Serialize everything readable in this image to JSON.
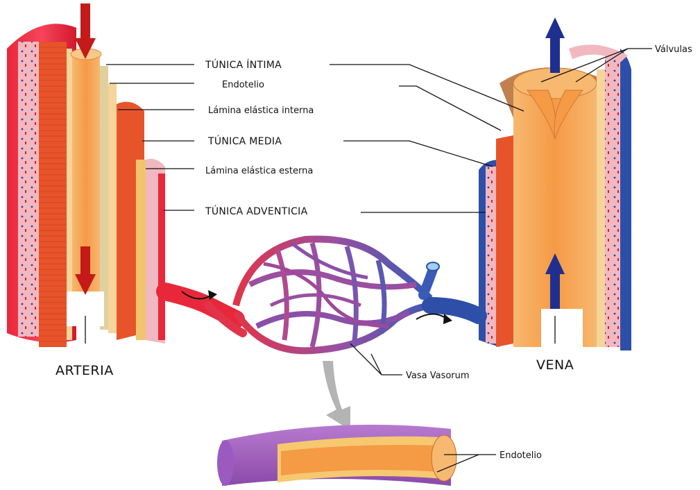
{
  "labels": {
    "tunica_intima": "TÚNICA ÍNTIMA",
    "endotelio_top": "Endotelio",
    "lamina_interna": "Lámina elástica interna",
    "tunica_media": "TÚNICA MEDIA",
    "lamina_externa": "Lámina elástica esterna",
    "tunica_adventicia": "TÚNICA ADVENTICIA",
    "valvulas": "Válvulas",
    "arteria": "ARTERIA",
    "vena": "VENA",
    "vasa_vasorum": "Vasa Vasorum",
    "endotelio_bottom": "Endotelio"
  },
  "colors": {
    "artery_red": "#e8283a",
    "vein_blue": "#2e4fa8",
    "media_orange": "#e8542a",
    "intima_tan": "#f4a65a",
    "adventitia_pink": "#f2b8c0",
    "arrow_red": "#c41a1a",
    "arrow_blue": "#1f2f8f",
    "arrow_gray": "#b4b4b4",
    "capillary_purple": "#9a4fa0"
  },
  "icons": {
    "flow_down": "arrow-down-icon",
    "flow_up": "arrow-up-icon",
    "flow_curve": "curved-arrow-icon"
  }
}
